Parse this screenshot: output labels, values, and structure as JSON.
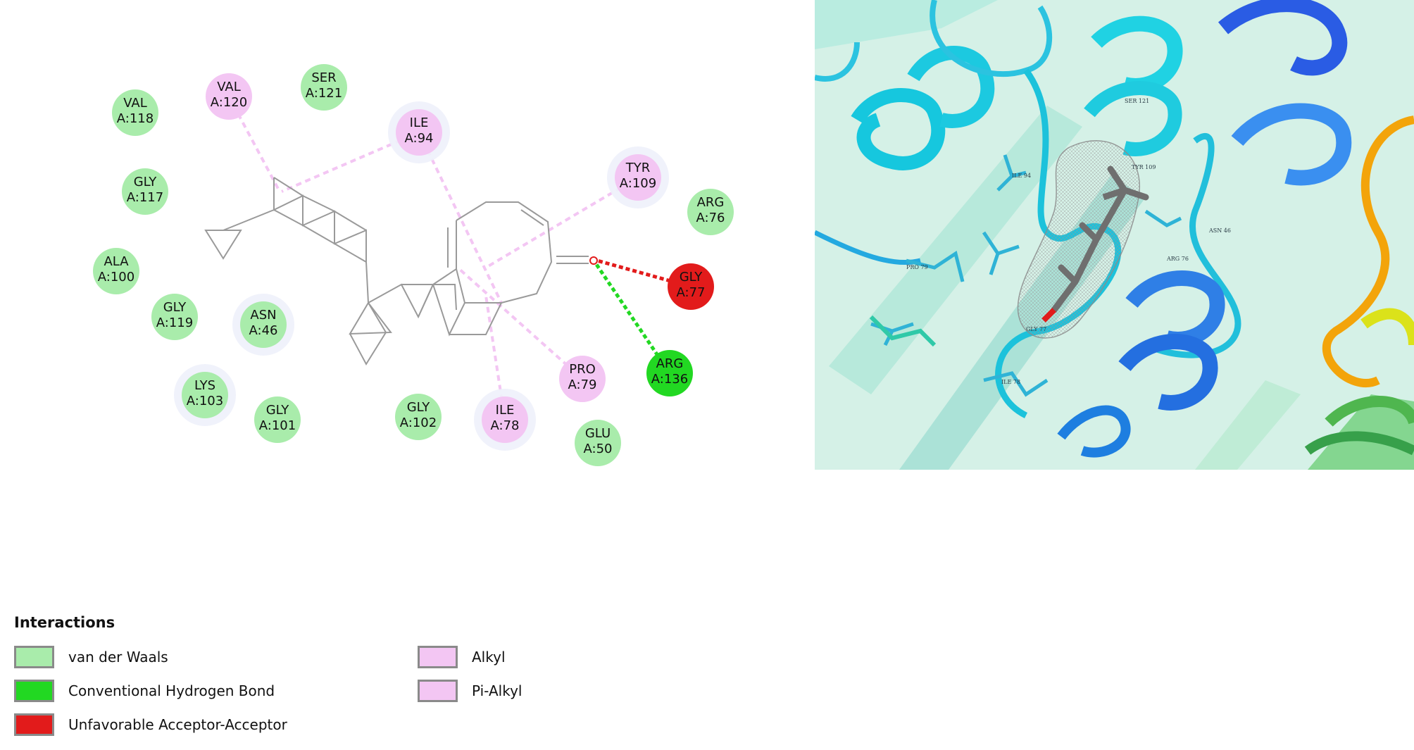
{
  "colors": {
    "van_der_waals": "#a9ecab",
    "conventional_hydrogen_bond": "#22d822",
    "unfavorable_acceptor_acceptor": "#e21b1b",
    "alkyl": "#f3c6f3",
    "pi_alkyl": "#f3c6f3"
  },
  "residues": [
    {
      "name": "VAL",
      "id": "A:118",
      "type": "van_der_waals"
    },
    {
      "name": "VAL",
      "id": "A:120",
      "type": "alkyl"
    },
    {
      "name": "SER",
      "id": "A:121",
      "type": "van_der_waals"
    },
    {
      "name": "ILE",
      "id": "A:94",
      "type": "alkyl"
    },
    {
      "name": "GLY",
      "id": "A:117",
      "type": "van_der_waals"
    },
    {
      "name": "TYR",
      "id": "A:109",
      "type": "alkyl"
    },
    {
      "name": "ARG",
      "id": "A:76",
      "type": "van_der_waals"
    },
    {
      "name": "ALA",
      "id": "A:100",
      "type": "van_der_waals"
    },
    {
      "name": "GLY",
      "id": "A:77",
      "type": "unfavorable_acceptor_acceptor"
    },
    {
      "name": "GLY",
      "id": "A:119",
      "type": "van_der_waals"
    },
    {
      "name": "ASN",
      "id": "A:46",
      "type": "van_der_waals"
    },
    {
      "name": "PRO",
      "id": "A:79",
      "type": "alkyl"
    },
    {
      "name": "ARG",
      "id": "A:136",
      "type": "conventional_hydrogen_bond"
    },
    {
      "name": "LYS",
      "id": "A:103",
      "type": "van_der_waals"
    },
    {
      "name": "GLY",
      "id": "A:101",
      "type": "van_der_waals"
    },
    {
      "name": "GLY",
      "id": "A:102",
      "type": "van_der_waals"
    },
    {
      "name": "ILE",
      "id": "A:78",
      "type": "alkyl"
    },
    {
      "name": "GLU",
      "id": "A:50",
      "type": "van_der_waals"
    }
  ],
  "legend": {
    "title": "Interactions",
    "items": [
      {
        "key": "van_der_waals",
        "label": "van der Waals"
      },
      {
        "key": "conventional_hydrogen_bond",
        "label": "Conventional Hydrogen Bond"
      },
      {
        "key": "unfavorable_acceptor_acceptor",
        "label": "Unfavorable Acceptor-Acceptor"
      },
      {
        "key": "alkyl",
        "label": "Alkyl"
      },
      {
        "key": "pi_alkyl",
        "label": "Pi-Alkyl"
      }
    ]
  },
  "structure_labels": [
    "SER 121",
    "TYR 109",
    "ARG 76",
    "PRO 79",
    "ASN 46",
    "ILE 94",
    "ILE 78",
    "GLY 77"
  ]
}
